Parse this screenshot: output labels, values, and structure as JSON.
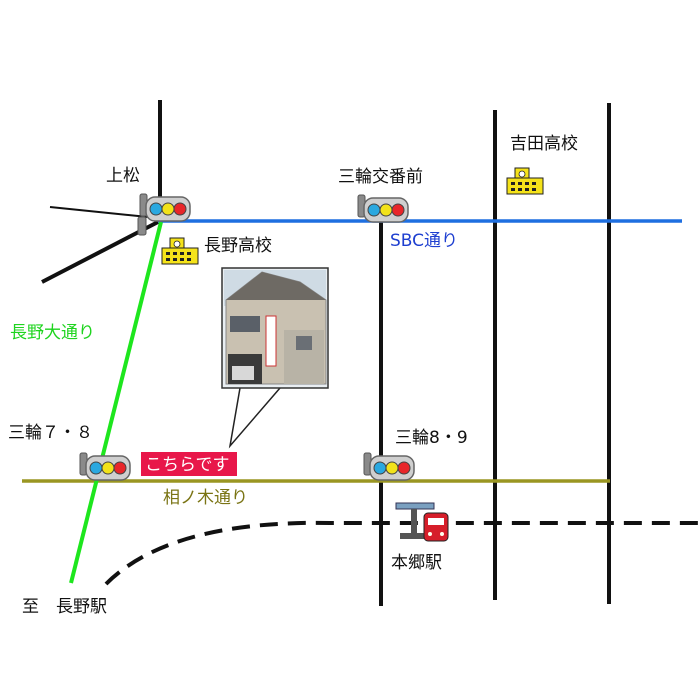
{
  "labels": {
    "uematsu": "上松",
    "miwa_koban": "三輪交番前",
    "yoshida_hs": "吉田高校",
    "nagano_hs": "長野高校",
    "sbc_road": "SBC通り",
    "nagano_univ_road": "長野大通り",
    "miwa_78": "三輪７・８",
    "miwa_89": "三輪8・9",
    "here": "こちらです",
    "ainoki_road": "相ノ木通り",
    "hongo_station": "本郷駅",
    "to_nagano_station": "至　長野駅"
  },
  "colors": {
    "sbc_road": "#1e6fe0",
    "nagano_univ_road": "#1ee61e",
    "ainoki_road": "#9a9622",
    "street": "#111111",
    "here_badge": "#e8174a",
    "school": "#f5e31a"
  },
  "icons": {
    "traffic_light": "traffic-light-icon",
    "school": "school-icon",
    "station": "train-station-icon"
  }
}
